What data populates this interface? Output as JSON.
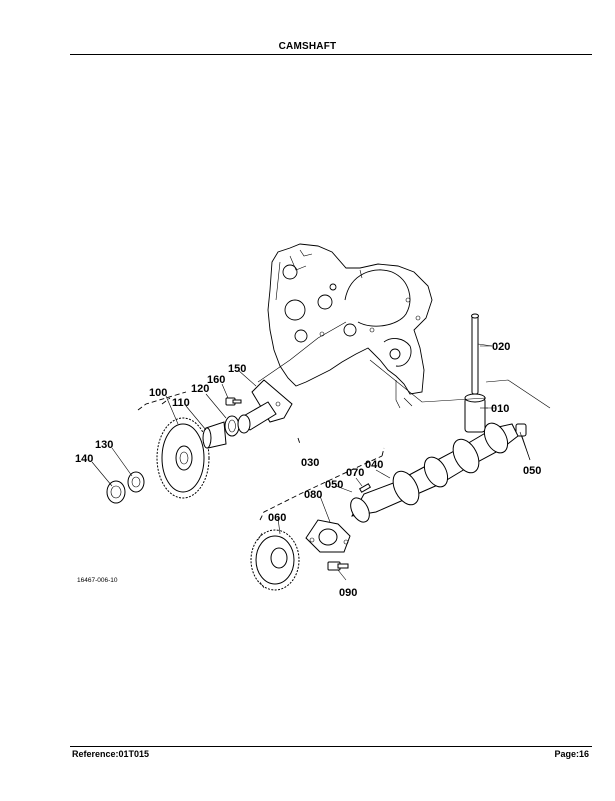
{
  "header": {
    "title": "CAMSHAFT"
  },
  "footer": {
    "reference": "Reference:01T015",
    "page": "Page:16"
  },
  "figure": {
    "figure_id": "16467-006-10",
    "callouts": {
      "c010": "010",
      "c020": "020",
      "c030": "030",
      "c040": "040",
      "c050a": "050",
      "c050b": "050",
      "c060": "060",
      "c070": "070",
      "c080": "080",
      "c090": "090",
      "c100": "100",
      "c110": "110",
      "c120": "120",
      "c130": "130",
      "c140": "140",
      "c150": "150",
      "c160": "160"
    }
  }
}
